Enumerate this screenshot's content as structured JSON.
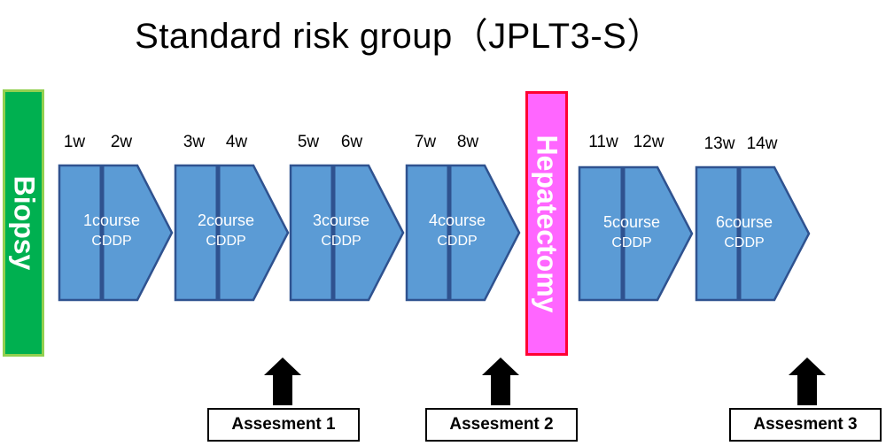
{
  "title": "Standard risk group（JPLT3-S）",
  "colors": {
    "course_fill": "#5b9bd5",
    "course_stroke": "#2f528f",
    "biopsy_fill": "#00b050",
    "biopsy_border": "#92d050",
    "hepatectomy_fill": "#ff66ff",
    "hepatectomy_border": "#ff0033",
    "arrow_fill": "#000000"
  },
  "procedures": {
    "biopsy": "Biopsy",
    "hepatectomy": "Hepatectomy"
  },
  "courses": [
    {
      "label": "1course",
      "drug": "CDDP",
      "weeks": [
        "1w",
        "2w"
      ]
    },
    {
      "label": "2course",
      "drug": "CDDP",
      "weeks": [
        "3w",
        "4w"
      ]
    },
    {
      "label": "3course",
      "drug": "CDDP",
      "weeks": [
        "5w",
        "6w"
      ]
    },
    {
      "label": "4course",
      "drug": "CDDP",
      "weeks": [
        "7w",
        "8w"
      ]
    },
    {
      "label": "5course",
      "drug": "CDDP",
      "weeks": [
        "11w",
        "12w"
      ]
    },
    {
      "label": "6course",
      "drug": "CDDP",
      "weeks": [
        "13w",
        "14w"
      ]
    }
  ],
  "assessments": [
    {
      "label": "Assesment 1"
    },
    {
      "label": "Assesment 2"
    },
    {
      "label": "Assesment 3"
    }
  ]
}
